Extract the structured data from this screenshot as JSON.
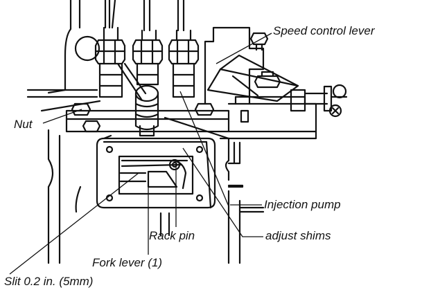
{
  "labels": {
    "speed_control_lever": "Speed control lever",
    "nut": "Nut",
    "injection_pump": "Injection pump",
    "adjust_shims": "adjust shims",
    "rack_pin": "Rack pin",
    "fork_lever": "Fork lever (1)",
    "slit": "Slit 0.2 in. (5mm)"
  },
  "colors": {
    "ink": "#111111",
    "paper": "#ffffff"
  }
}
